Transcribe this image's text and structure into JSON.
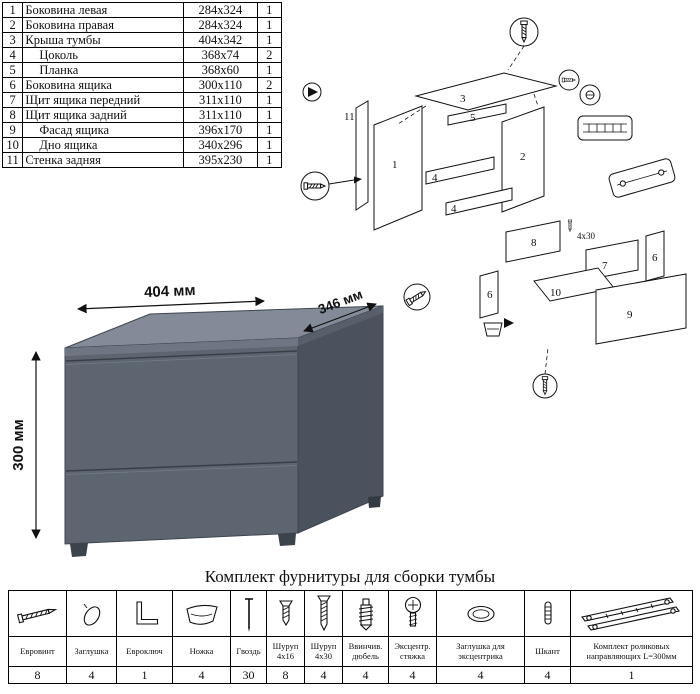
{
  "parts_table": {
    "rows": [
      {
        "num": "1",
        "name": "Боковина левая",
        "size": "284x324",
        "qty": "1"
      },
      {
        "num": "2",
        "name": "Боковина правая",
        "size": "284x324",
        "qty": "1"
      },
      {
        "num": "3",
        "name": "Крыша тумбы",
        "size": "404x342",
        "qty": "1"
      },
      {
        "num": "4",
        "name": "Цоколь",
        "size": "368x74",
        "qty": "2"
      },
      {
        "num": "5",
        "name": "Планка",
        "size": "368x60",
        "qty": "1"
      },
      {
        "num": "6",
        "name": "Боковина ящика",
        "size": "300x110",
        "qty": "2"
      },
      {
        "num": "7",
        "name": "Щит ящика передний",
        "size": "311x110",
        "qty": "1"
      },
      {
        "num": "8",
        "name": "Щит ящика задний",
        "size": "311x110",
        "qty": "1"
      },
      {
        "num": "9",
        "name": "Фасад ящика",
        "size": "396x170",
        "qty": "1"
      },
      {
        "num": "10",
        "name": "Дно ящика",
        "size": "340x296",
        "qty": "1"
      },
      {
        "num": "11",
        "name": "Стенка задняя",
        "size": "395x230",
        "qty": "1"
      }
    ]
  },
  "render": {
    "width_label": "404 мм",
    "depth_label": "346 мм",
    "height_label": "300 мм"
  },
  "diagram": {
    "labels": {
      "part3": "3",
      "part11": "11",
      "part1": "1",
      "part2": "2",
      "part5": "5",
      "part4a": "4",
      "part4b": "4",
      "part8": "8",
      "screw_note": "4х30",
      "part7": "7",
      "part6r": "6",
      "part6l": "6",
      "part10": "10",
      "part9": "9"
    }
  },
  "hardware": {
    "title": "Комплект фурнитуры для сборки тумбы",
    "items": [
      {
        "name": "Евровинт",
        "qty": "8"
      },
      {
        "name": "Заглушка",
        "qty": "4"
      },
      {
        "name": "Евроключ",
        "qty": "1"
      },
      {
        "name": "Ножка",
        "qty": "4"
      },
      {
        "name": "Гвоздь",
        "qty": "30"
      },
      {
        "name": "Шуруп 4х16",
        "qty": "8"
      },
      {
        "name": "Шуруп 4х30",
        "qty": "4"
      },
      {
        "name": "Ввинчив. дюбель",
        "qty": "4"
      },
      {
        "name": "Эксцентр. стяжка",
        "qty": "4"
      },
      {
        "name": "Заглушка для эксцентрика",
        "qty": "4"
      },
      {
        "name": "Шкант",
        "qty": "4"
      },
      {
        "name": "Комплект роликовых направляющих L=300мм",
        "qty": "1"
      }
    ]
  }
}
